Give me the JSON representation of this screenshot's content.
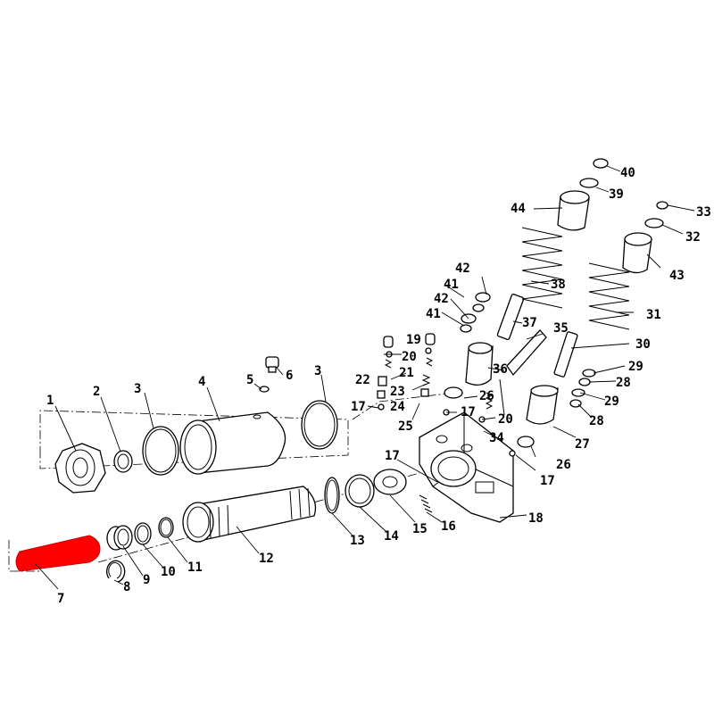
{
  "diagram": {
    "highlight_color": "#ff0000",
    "highlighted_part": "7",
    "labels": [
      "1",
      "2",
      "3",
      "4",
      "5",
      "6",
      "3",
      "7",
      "8",
      "9",
      "10",
      "11",
      "12",
      "13",
      "14",
      "15",
      "16",
      "17",
      "17",
      "17",
      "17",
      "18",
      "19",
      "20",
      "20",
      "21",
      "22",
      "23",
      "24",
      "25",
      "26",
      "26",
      "27",
      "28",
      "28",
      "29",
      "29",
      "30",
      "31",
      "32",
      "33",
      "34",
      "35",
      "36",
      "37",
      "38",
      "39",
      "40",
      "41",
      "41",
      "42",
      "42",
      "43",
      "44"
    ]
  }
}
